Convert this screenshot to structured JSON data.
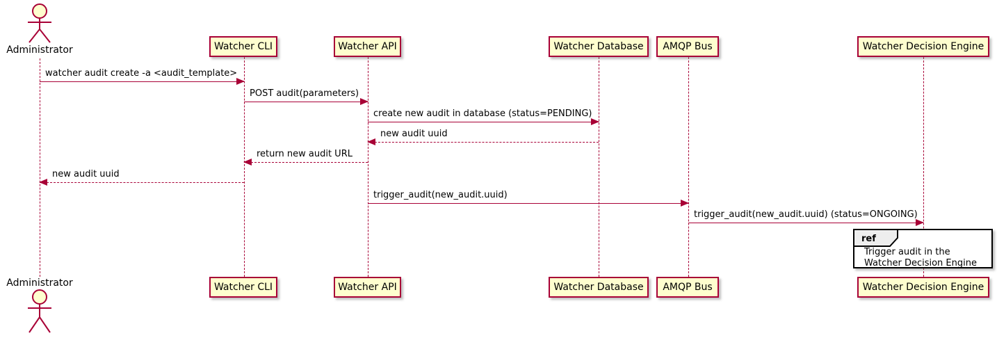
{
  "colors": {
    "accent": "#A80036",
    "participant_fill": "#FEFECE",
    "fragment_border": "#000000",
    "fragment_tab_fill": "#EEEEEE"
  },
  "actor": {
    "name": "Administrator"
  },
  "participants": [
    {
      "name": "Watcher CLI"
    },
    {
      "name": "Watcher API"
    },
    {
      "name": "Watcher Database"
    },
    {
      "name": "AMQP Bus"
    },
    {
      "name": "Watcher Decision Engine"
    }
  ],
  "messages": [
    {
      "label": "watcher audit create -a <audit_template>",
      "from": "Administrator",
      "to": "Watcher CLI",
      "line": "solid",
      "direction": "right"
    },
    {
      "label": "POST audit(parameters)",
      "from": "Watcher CLI",
      "to": "Watcher API",
      "line": "solid",
      "direction": "right"
    },
    {
      "label": "create new audit in database (status=PENDING)",
      "from": "Watcher API",
      "to": "Watcher Database",
      "line": "solid",
      "direction": "right"
    },
    {
      "label": "new audit uuid",
      "from": "Watcher Database",
      "to": "Watcher API",
      "line": "dashed",
      "direction": "left"
    },
    {
      "label": "return new audit URL",
      "from": "Watcher API",
      "to": "Watcher CLI",
      "line": "dashed",
      "direction": "left"
    },
    {
      "label": "new audit uuid",
      "from": "Watcher CLI",
      "to": "Administrator",
      "line": "dashed",
      "direction": "left"
    },
    {
      "label": "trigger_audit(new_audit.uuid)",
      "from": "Watcher API",
      "to": "AMQP Bus",
      "line": "solid",
      "direction": "right"
    },
    {
      "label": "trigger_audit(new_audit.uuid) (status=ONGOING)",
      "from": "AMQP Bus",
      "to": "Watcher Decision Engine",
      "line": "solid",
      "direction": "right"
    }
  ],
  "ref": {
    "keyword": "ref",
    "lines": [
      "Trigger audit in the",
      "Watcher Decision Engine"
    ]
  }
}
